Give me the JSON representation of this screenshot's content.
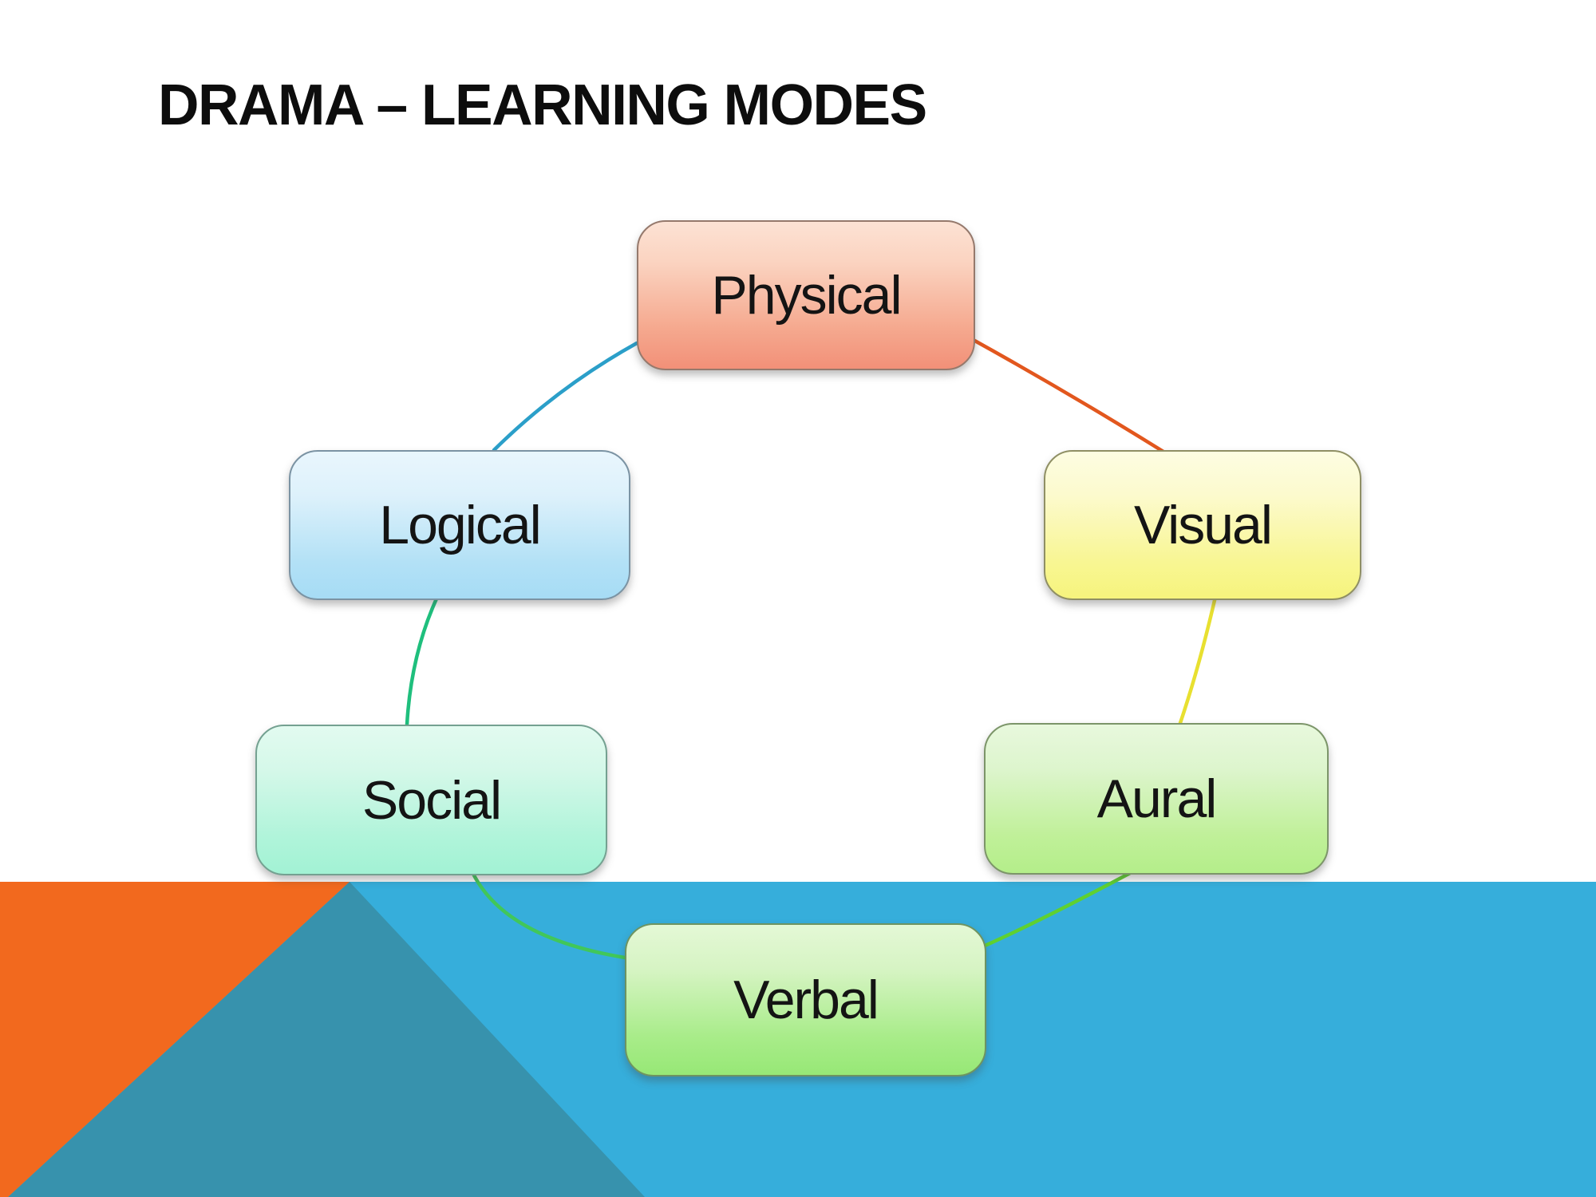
{
  "slide": {
    "title": "DRAMA – LEARNING MODES",
    "background_top_color": "#ffffff"
  },
  "diagram": {
    "type": "cycle",
    "order_clockwise": [
      "Physical",
      "Visual",
      "Aural",
      "Verbal",
      "Social",
      "Logical"
    ],
    "nodes": [
      {
        "id": "physical",
        "label": "Physical",
        "fill_top": "#fce2d4",
        "fill_bottom": "#f29078",
        "connector_to_next_color": "#e2571e"
      },
      {
        "id": "visual",
        "label": "Visual",
        "fill_top": "#fdfde2",
        "fill_bottom": "#f6f47d",
        "connector_to_next_color": "#e8e030"
      },
      {
        "id": "aural",
        "label": "Aural",
        "fill_top": "#e8f8dd",
        "fill_bottom": "#b4ee8a",
        "connector_to_next_color": "#5fd130"
      },
      {
        "id": "verbal",
        "label": "Verbal",
        "fill_top": "#e4f8d6",
        "fill_bottom": "#97e876",
        "connector_to_next_color": "#41c75a"
      },
      {
        "id": "social",
        "label": "Social",
        "fill_top": "#e2fbf0",
        "fill_bottom": "#a2f2d4",
        "connector_to_next_color": "#1fbf7d"
      },
      {
        "id": "logical",
        "label": "Logical",
        "fill_top": "#e9f6fd",
        "fill_bottom": "#a6dcf5",
        "connector_to_next_color": "#2b9fc9"
      }
    ],
    "text_color": "#141414"
  },
  "background_shapes": {
    "blue_band_color": "#36aedb",
    "dark_triangle_color": "#3792ad",
    "orange_wedge_color": "#f2691e"
  }
}
